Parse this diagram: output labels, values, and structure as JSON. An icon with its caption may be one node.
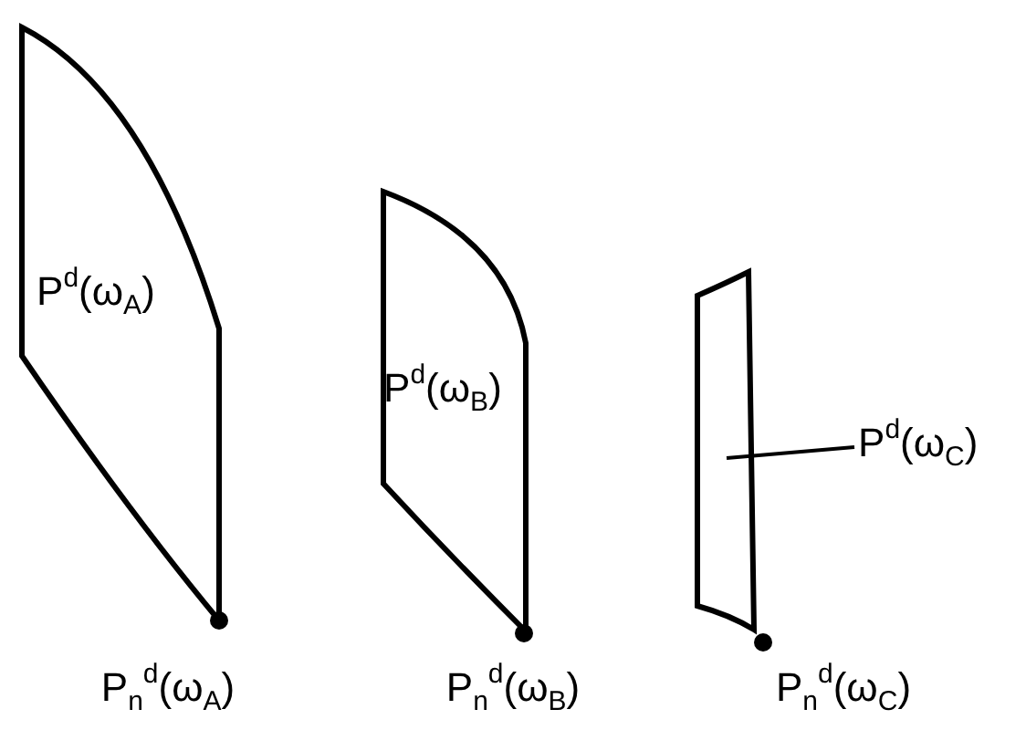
{
  "diagram": {
    "nodes": [
      {
        "text": [
          "P$^{d}$(ω$_{A}$)"
        ]
      },
      {
        "text": [
          "P$_{n}$$^{d}$(ω$_{A}$)"
        ]
      },
      {
        "text": [
          "P$^{d}$(ω$_{B}$)"
        ]
      },
      {
        "text": [
          "P$_{n}$$^{d}$(ω$_{B}$)"
        ]
      },
      {
        "text": [],
        "shape": "box"
      },
      {
        "text": [
          "P$^{d}$(ω$_{C}$)"
        ]
      },
      {
        "text": [
          "P$_{n}$$^{d}$(ω$_{C}$)"
        ]
      }
    ],
    "edges": [
      {
        "from": 5,
        "to": 4,
        "arrow": "none"
      }
    ]
  }
}
